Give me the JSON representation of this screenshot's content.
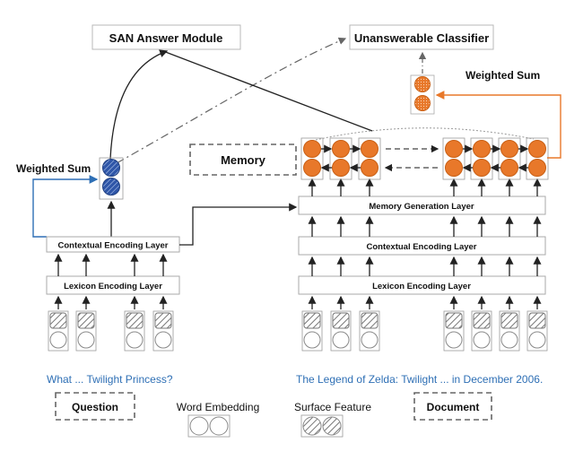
{
  "modules": {
    "san": "SAN Answer Module",
    "unanswerable": "Unanswerable Classifier"
  },
  "weighted_sum_left": "Weighted Sum",
  "weighted_sum_right": "Weighted Sum",
  "memory": "Memory",
  "layers": {
    "q_contextual": "Contextual Encoding Layer",
    "q_lexicon": "Lexicon Encoding Layer",
    "d_memory_gen": "Memory Generation Layer",
    "d_contextual": "Contextual Encoding Layer",
    "d_lexicon": "Lexicon Encoding Layer"
  },
  "texts": {
    "question": "What ... Twilight Princess?",
    "document": "The Legend of Zelda: Twilight ... in December 2006."
  },
  "legend": {
    "question": "Question",
    "word_embedding": "Word Embedding",
    "surface_feature": "Surface Feature",
    "document": "Document"
  },
  "colors": {
    "orange": "#e8782a",
    "blue_node": "#2f56a8",
    "blue_arrow": "#2e6fb5",
    "orange_arrow": "#e8782a"
  }
}
